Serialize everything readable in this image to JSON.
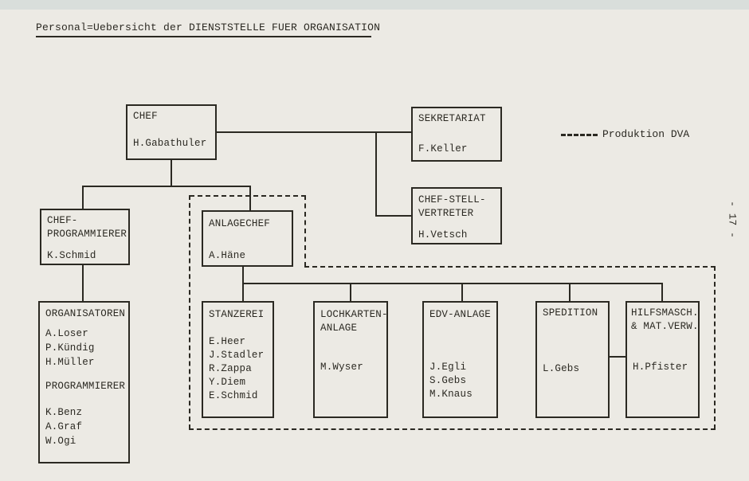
{
  "page": {
    "title": "Personal=Uebersicht der DIENSTSTELLE FUER ORGANISATION",
    "page_number": "- 17 -"
  },
  "colors": {
    "ink": "#2b2922",
    "paper": "#eceae4",
    "scan_band": "#d9dedb"
  },
  "legend": {
    "label": "Produktion DVA"
  },
  "boxes": {
    "chef": {
      "title": [
        "CHEF"
      ],
      "names": [
        "H.Gabathuler"
      ]
    },
    "sekretariat": {
      "title": [
        "SEKRETARIAT"
      ],
      "names": [
        "F.Keller"
      ]
    },
    "chef_stellvertreter": {
      "title": [
        "CHEF-STELL-",
        "VERTRETER"
      ],
      "names": [
        "H.Vetsch"
      ]
    },
    "chef_programmierer": {
      "title": [
        "CHEF-",
        "PROGRAMMIERER"
      ],
      "names": [
        "K.Schmid"
      ]
    },
    "anlagechef": {
      "title": [
        "ANLAGECHEF"
      ],
      "names": [
        "A.Häne"
      ]
    },
    "organisatoren": {
      "title": [
        "ORGANISATOREN"
      ],
      "names": [
        "A.Loser",
        "P.Kündig",
        "H.Müller"
      ],
      "subtitle": [
        "PROGRAMMIERER"
      ],
      "names2": [
        "K.Benz",
        "A.Graf",
        "W.Ogi"
      ]
    },
    "stanzerei": {
      "title": [
        "STANZEREI"
      ],
      "names": [
        "E.Heer",
        "J.Stadler",
        "R.Zappa",
        "Y.Diem",
        "E.Schmid"
      ]
    },
    "lochkarten_anlage": {
      "title": [
        "LOCHKARTEN-",
        "ANLAGE"
      ],
      "names": [
        "M.Wyser"
      ]
    },
    "edv_anlage": {
      "title": [
        "EDV-ANLAGE"
      ],
      "names": [
        "J.Egli",
        "S.Gebs",
        "M.Knaus"
      ]
    },
    "spedition": {
      "title": [
        "SPEDITION"
      ],
      "names": [
        "L.Gebs"
      ]
    },
    "hilfsmasch": {
      "title": [
        "HILFSMASCH.",
        "& MAT.VERW."
      ],
      "names": [
        "H.Pfister"
      ]
    }
  }
}
